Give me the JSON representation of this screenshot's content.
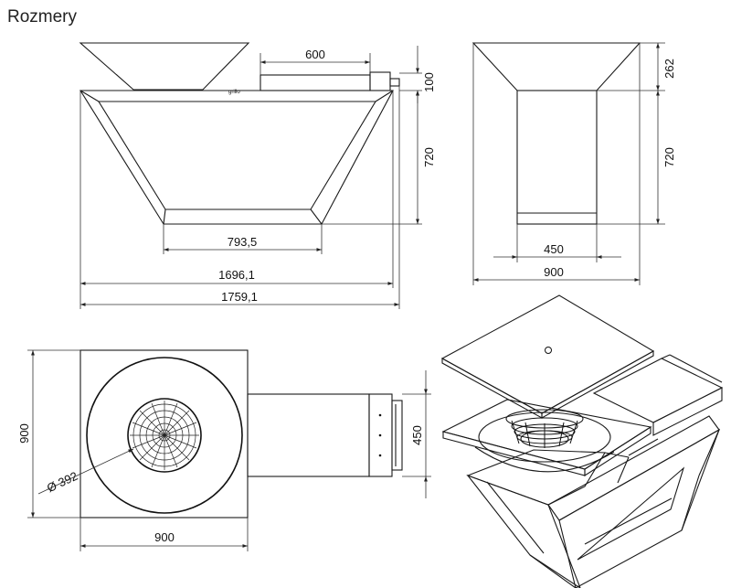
{
  "title": "Rozmery",
  "front": {
    "dim_top": "600",
    "dim_100": "100",
    "dim_720": "720",
    "dim_7935": "793,5",
    "dim_16961": "1696,1",
    "dim_17591": "1759,1",
    "logo": "grillo"
  },
  "side": {
    "dim_262": "262",
    "dim_720": "720",
    "dim_450": "450",
    "dim_900": "900"
  },
  "plan": {
    "dim_900_v": "900",
    "dim_900_h": "900",
    "dim_450": "450",
    "dim_dia": "Ø 392"
  }
}
